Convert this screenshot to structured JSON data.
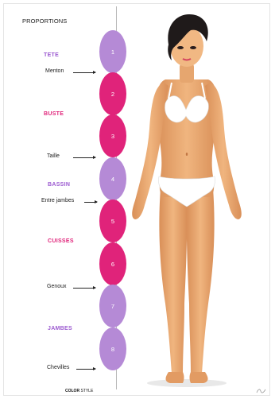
{
  "title": "PROPORTIONS",
  "sections": [
    {
      "id": "tete",
      "label": "TETE",
      "color": "#9b59d0"
    },
    {
      "id": "buste",
      "label": "BUSTE",
      "color": "#e0237a"
    },
    {
      "id": "bassin",
      "label": "BASSIN",
      "color": "#9b59d0"
    },
    {
      "id": "cuisses",
      "label": "CUISSES",
      "color": "#e0237a"
    },
    {
      "id": "jambes",
      "label": "JAMBES",
      "color": "#9b59d0"
    }
  ],
  "landmarks": [
    "Menton",
    "Taille",
    "Entre jambes",
    "Genoux",
    "Chevilles"
  ],
  "ovals": [
    "1",
    "2",
    "3",
    "4",
    "5",
    "6",
    "7",
    "8"
  ],
  "colors": {
    "purple": "#b58ad6",
    "pink": "#e0237a",
    "skin": "#e9a56f",
    "hair": "#1f1a1a",
    "underwear": "#ffffff"
  },
  "footer": {
    "bold": "COLOR",
    "rest": " STYLE"
  }
}
